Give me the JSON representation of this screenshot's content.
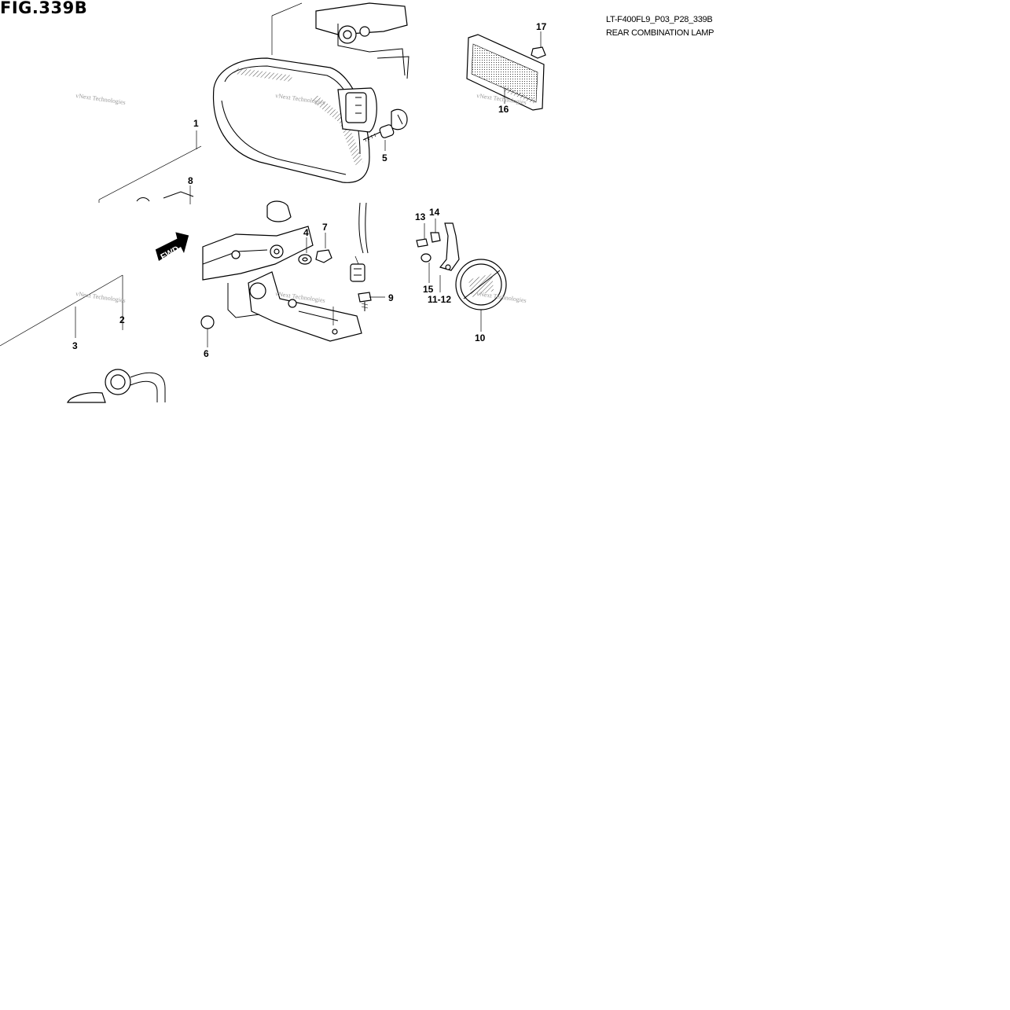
{
  "figure": {
    "title": "FIG.339B",
    "code": "LT-F400FL9_P03_P28_339B",
    "name": "REAR COMBINATION LAMP"
  },
  "callouts": [
    "1",
    "2",
    "3",
    "4",
    "5",
    "6",
    "7",
    "8",
    "9",
    "10",
    "11-12",
    "13",
    "14",
    "15",
    "16",
    "17"
  ],
  "fwd_label": "FWD",
  "watermark": "vNext Technologies"
}
